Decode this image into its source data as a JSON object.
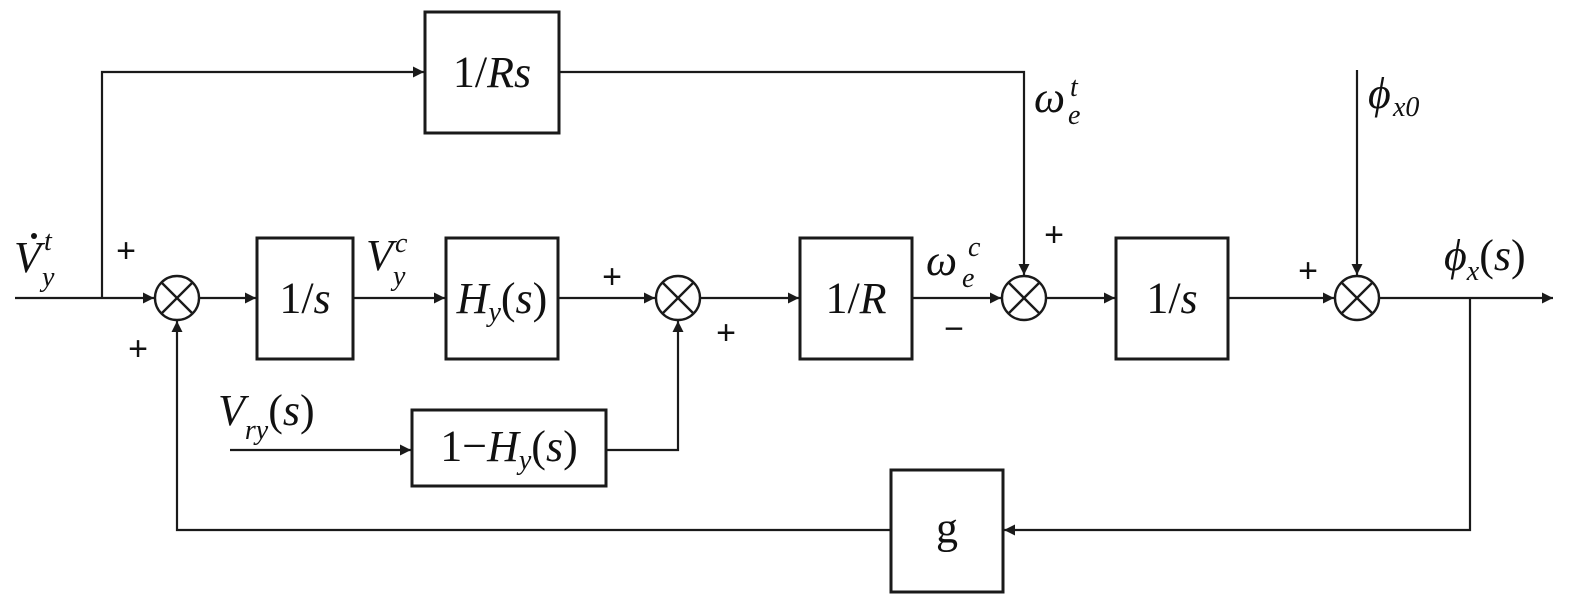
{
  "blocks": {
    "inv_rs": "1/Rs",
    "integrator_1": "1/s",
    "hy": "H_y(s)",
    "inv_r": "1/R",
    "integrator_2": "1/s",
    "one_minus_hy": "1−H_y(s)",
    "gain_g": "g"
  },
  "signals": {
    "vdot_t": "V̇_y^t",
    "v_c": "V_y^c",
    "v_ry": "V_ry(s)",
    "omega_t": "ω_e^t",
    "omega_c": "ω_e^c",
    "phi_x0": "φ_x0",
    "phi_x": "φ_x(s)"
  },
  "signs": {
    "s1_top": "+",
    "s1_bottom": "+",
    "s2_left": "+",
    "s2_bottom": "+",
    "s3_top": "+",
    "s3_left": "−",
    "s4_left": "+"
  },
  "colors": {
    "line": "#1a1a1a",
    "text": "#111111",
    "background": "#ffffff"
  }
}
